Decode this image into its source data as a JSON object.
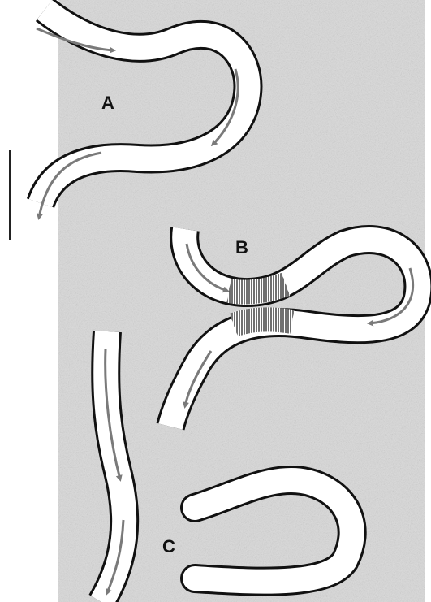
{
  "labels": {
    "a": "A",
    "b": "B",
    "c": "C"
  },
  "colors": {
    "page": "#ffffff",
    "background": "#d9d9d9",
    "channel_outline": "#111111",
    "channel_fill": "#ffffff",
    "flow_arrow": "#7a7a7a",
    "hatching": "#111111"
  }
}
